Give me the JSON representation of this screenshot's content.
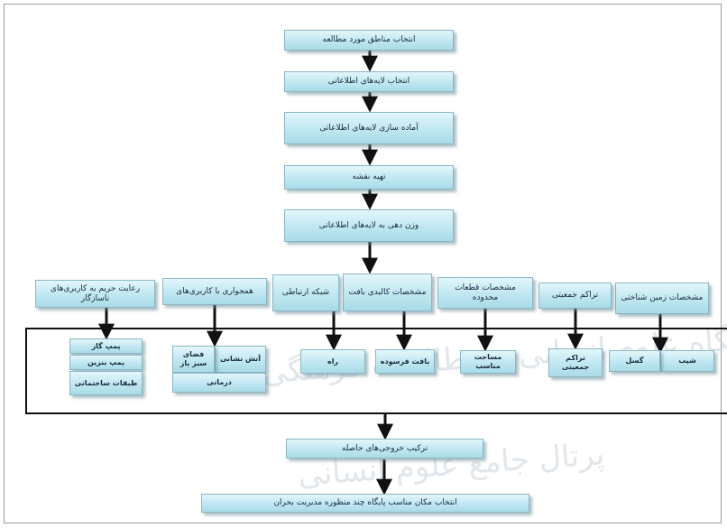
{
  "diagram": {
    "main_steps": [
      "انتخاب مناطق مورد مطالعه",
      "انتخاب لایه‌های اطلاعاتی",
      "آماده سازی لایه‌های اطلاعاتی",
      "تهیه نقشه",
      "وزن دهی به لایه‌های اطلاعاتی"
    ],
    "criteria": [
      "مشخصات زمین شناختی",
      "تراکم جمعیتی",
      "مشخصات قطعات محدوده",
      "مشخصات کالبدی بافت",
      "شبکه ارتباطی",
      "همجواری با کاربری‌های",
      "رعایت حریم به کاربری‌های ناسازگار"
    ],
    "layers": {
      "geology": [
        "شیب",
        "گسل"
      ],
      "population": "تراکم جمعیتی",
      "parcel": "مساحت مناسب",
      "fabric": "بافت فرسوده",
      "network": "راه",
      "adjacency": [
        "آتش نشانی",
        "فضای سبز باز",
        "درمانی"
      ],
      "hazard": [
        "پمپ گاز",
        "پمپ بنزین",
        "طبقات ساختمانی"
      ]
    },
    "combine": "ترکیب خروجی‌های حاصله",
    "final": "انتخاب مکان مناسب پایگاه چند منظوره مدیریت بحران"
  },
  "watermark": {
    "line1": "پژوهشگاه علوم انسانی و مطالعات فرهنگی",
    "line2": "پرتال جامع علوم انسانی"
  }
}
